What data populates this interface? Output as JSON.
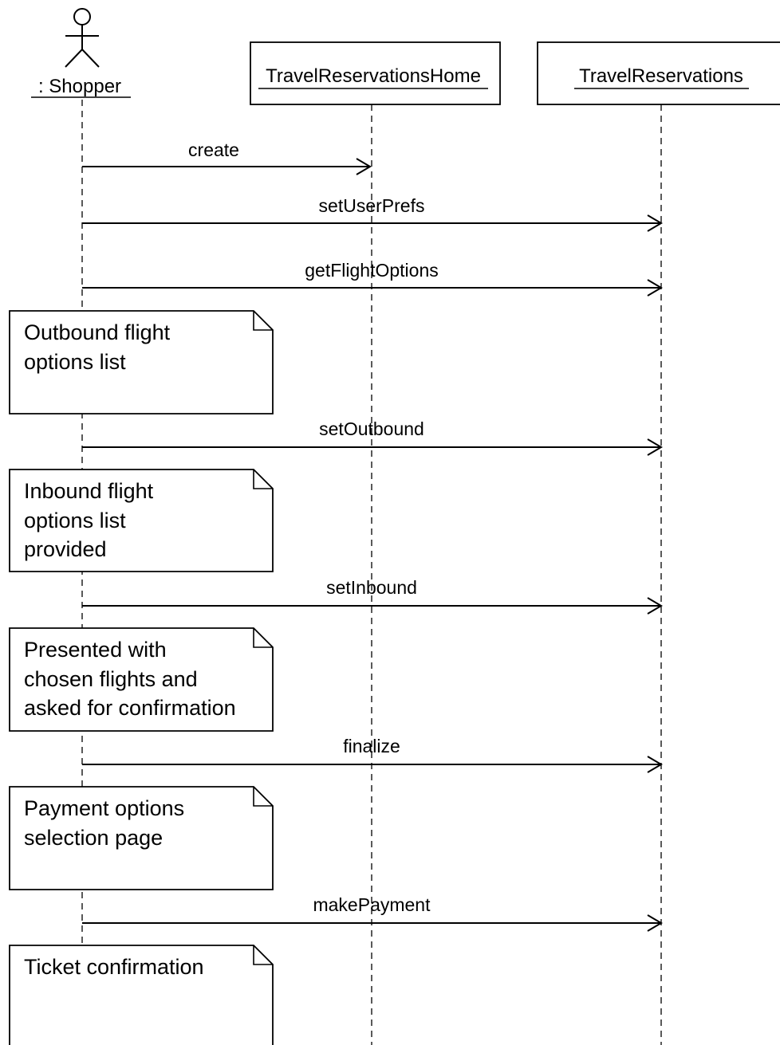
{
  "actor": {
    "label": ": Shopper"
  },
  "objects": [
    {
      "label": "TravelReservationsHome"
    },
    {
      "label": "TravelReservations"
    }
  ],
  "messages": [
    {
      "label": "create",
      "target": "TravelReservationsHome"
    },
    {
      "label": "setUserPrefs",
      "target": "TravelReservations"
    },
    {
      "label": "getFlightOptions",
      "target": "TravelReservations"
    },
    {
      "label": "setOutbound",
      "target": "TravelReservations"
    },
    {
      "label": "setInbound",
      "target": "TravelReservations"
    },
    {
      "label": "finalize",
      "target": "TravelReservations"
    },
    {
      "label": "makePayment",
      "target": "TravelReservations"
    }
  ],
  "notes": [
    {
      "lines": [
        "Outbound flight",
        "options list"
      ]
    },
    {
      "lines": [
        "Inbound flight",
        "options list",
        "provided"
      ]
    },
    {
      "lines": [
        "Presented with",
        "chosen flights and",
        "asked for confirmation"
      ]
    },
    {
      "lines": [
        "Payment options",
        "selection page"
      ]
    },
    {
      "lines": [
        "Ticket confirmation"
      ]
    }
  ]
}
